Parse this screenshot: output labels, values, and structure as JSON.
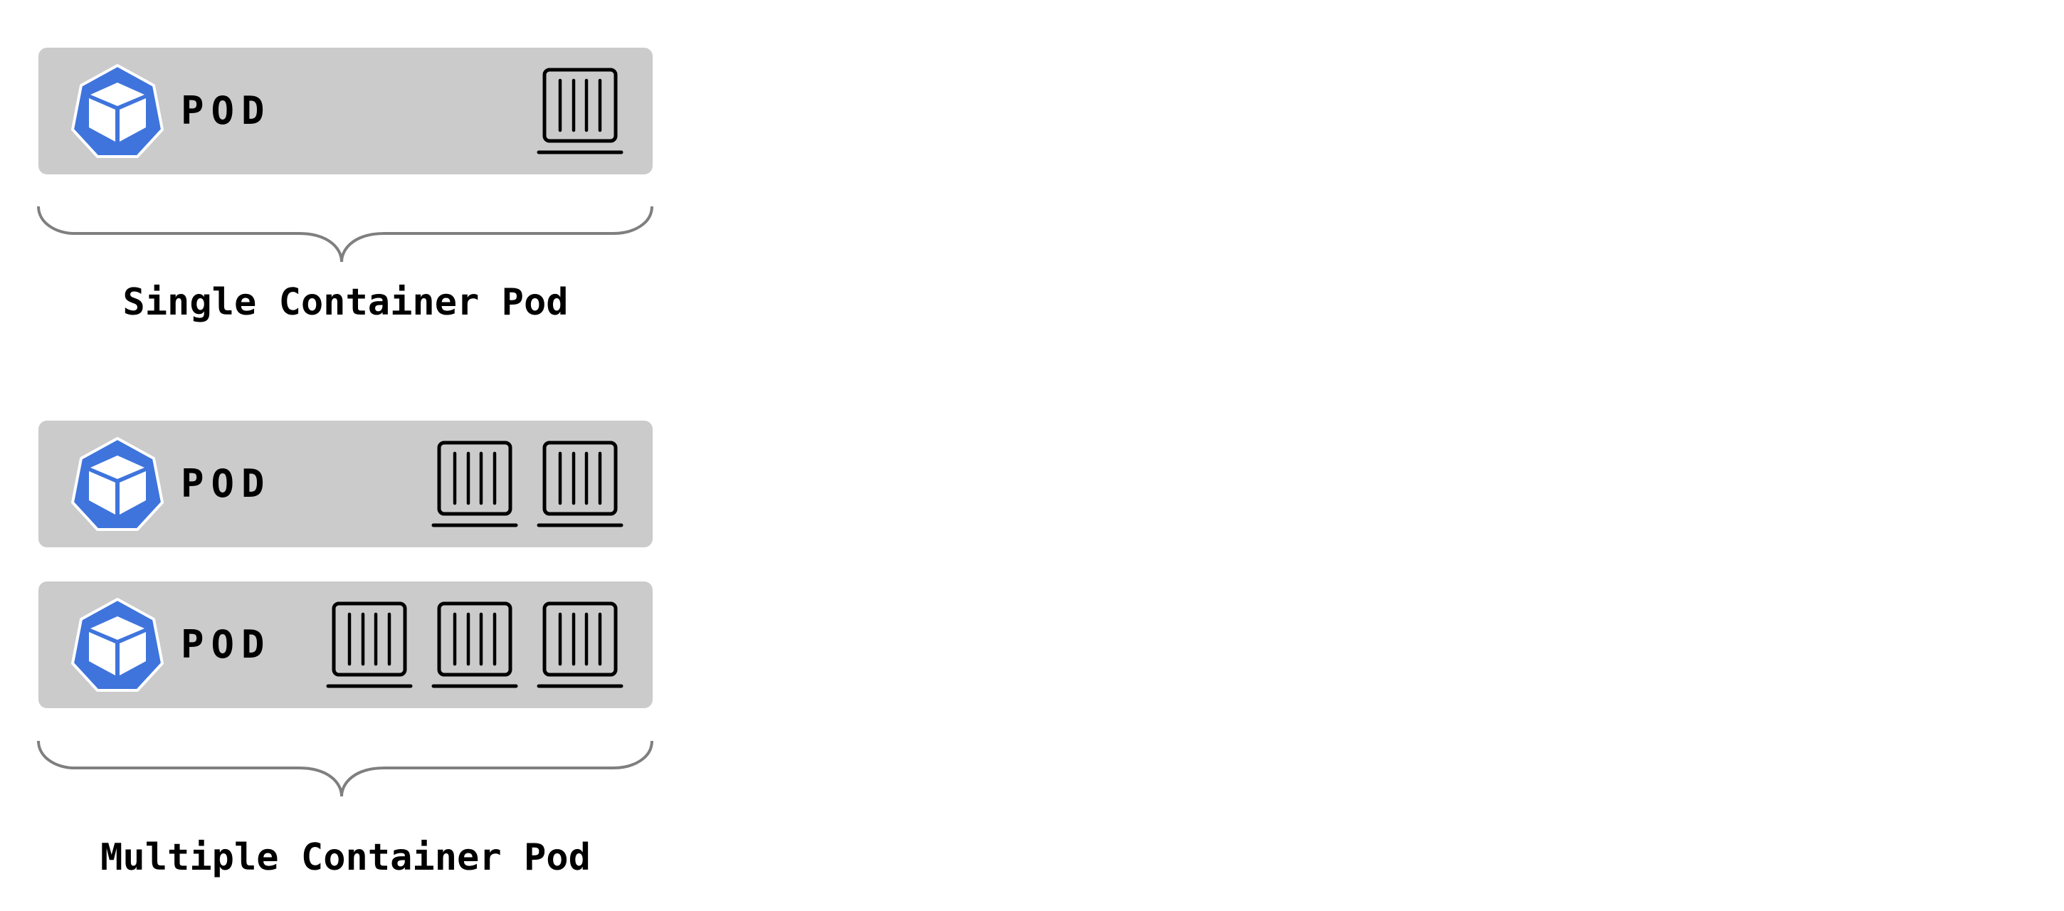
{
  "colors": {
    "pod_bg": "#cbcbcb",
    "k8s_blue": "#3f74dc",
    "brace": "#7f7f7f"
  },
  "pods": [
    {
      "label": "POD",
      "containers": 1
    },
    {
      "label": "POD",
      "containers": 2
    },
    {
      "label": "POD",
      "containers": 3
    }
  ],
  "captions": {
    "single": "Single Container Pod",
    "multiple": "Multiple Container Pod"
  }
}
